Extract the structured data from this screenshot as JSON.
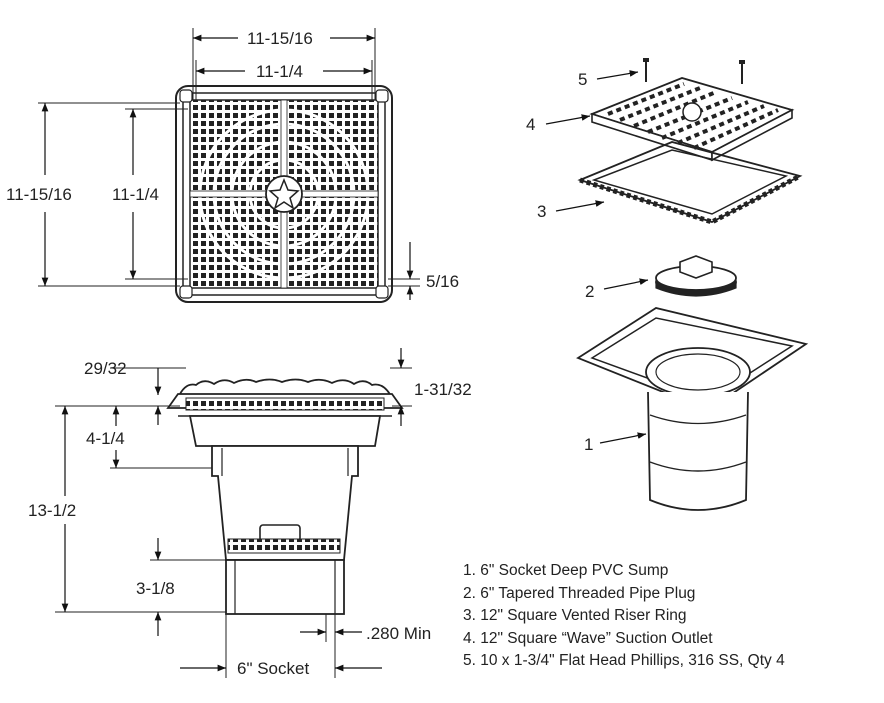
{
  "top_view": {
    "dim_outer_width": "11-15/16",
    "dim_inner_width": "11-1/4",
    "dim_outer_height": "11-15/16",
    "dim_inner_height": "11-1/4",
    "dim_lip": "5/16"
  },
  "side_view": {
    "dim_flange": "29/32",
    "dim_cap": "1-31/32",
    "dim_grate_depth": "4-1/4",
    "dim_total": "13-1/2",
    "dim_socket_depth": "3-1/8",
    "dim_wall": ".280 Min",
    "dim_socket": "6\" Socket"
  },
  "exploded_view": {
    "callouts": [
      "1",
      "2",
      "3",
      "4",
      "5"
    ]
  },
  "legend": [
    "1. 6\" Socket Deep PVC Sump",
    "2. 6\" Tapered Threaded Pipe Plug",
    "3. 12\" Square Vented Riser Ring",
    "4. 12\" Square “Wave” Suction Outlet",
    "5. 10 x 1-3/4\" Flat Head Phillips, 316 SS, Qty 4"
  ]
}
